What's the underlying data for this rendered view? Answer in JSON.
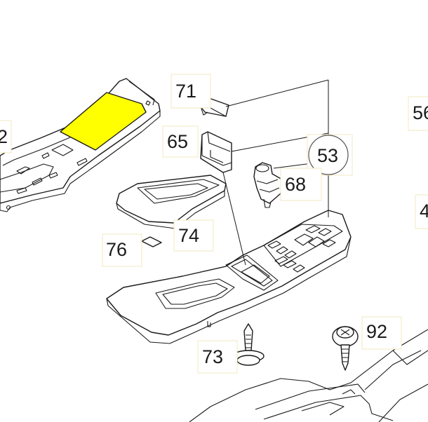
{
  "diagram": {
    "highlight_color": "#ffff00",
    "callouts": [
      {
        "id": "c71",
        "label": "71"
      },
      {
        "id": "c65",
        "label": "65"
      },
      {
        "id": "c53",
        "label": "53"
      },
      {
        "id": "c68",
        "label": "68"
      },
      {
        "id": "c74",
        "label": "74"
      },
      {
        "id": "c76",
        "label": "76"
      },
      {
        "id": "c73",
        "label": "73"
      },
      {
        "id": "c92",
        "label": "92"
      },
      {
        "id": "c56",
        "label": "56"
      },
      {
        "id": "c2",
        "label": "2"
      },
      {
        "id": "c4",
        "label": "4"
      }
    ]
  }
}
